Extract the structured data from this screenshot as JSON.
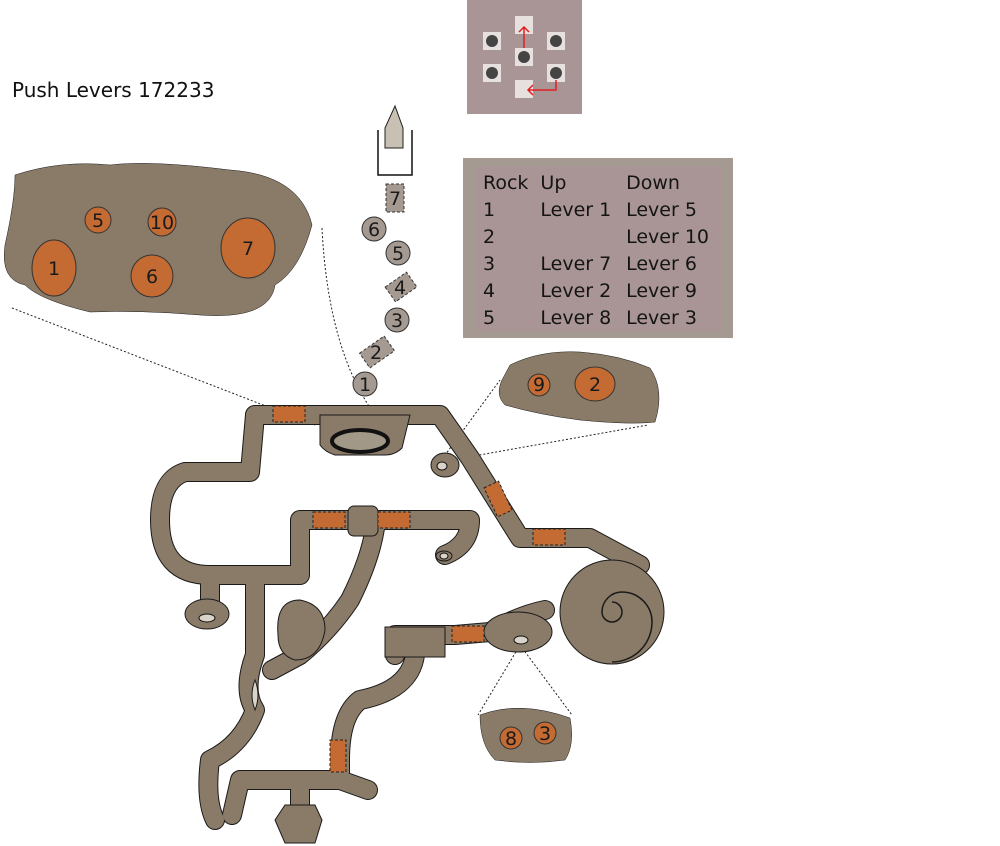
{
  "title": "Push Levers 172233",
  "legend": {
    "headers": [
      "Rock",
      "Up",
      "Down"
    ],
    "rows": [
      {
        "rock": "1",
        "up": "Lever 1",
        "down": "Lever 5"
      },
      {
        "rock": "2",
        "up": "",
        "down": "Lever 10"
      },
      {
        "rock": "3",
        "up": "Lever 7",
        "down": "Lever 6"
      },
      {
        "rock": "4",
        "up": "Lever 2",
        "down": "Lever 9"
      },
      {
        "rock": "5",
        "up": "Lever 8",
        "down": "Lever 3"
      }
    ]
  },
  "path_markers": [
    "7",
    "6",
    "5",
    "4",
    "3",
    "2",
    "1"
  ],
  "lever_groups": {
    "top_left": [
      "5",
      "10",
      "1",
      "6",
      "7"
    ],
    "right": [
      "9",
      "2"
    ],
    "bottom": [
      "8",
      "3"
    ]
  },
  "colors": {
    "cave": "#8a7b68",
    "lever": "#c46a33",
    "door": "#c46a33",
    "panel": "#a59a92",
    "panel_inner": "#a99595",
    "arrow": "#e02020"
  }
}
